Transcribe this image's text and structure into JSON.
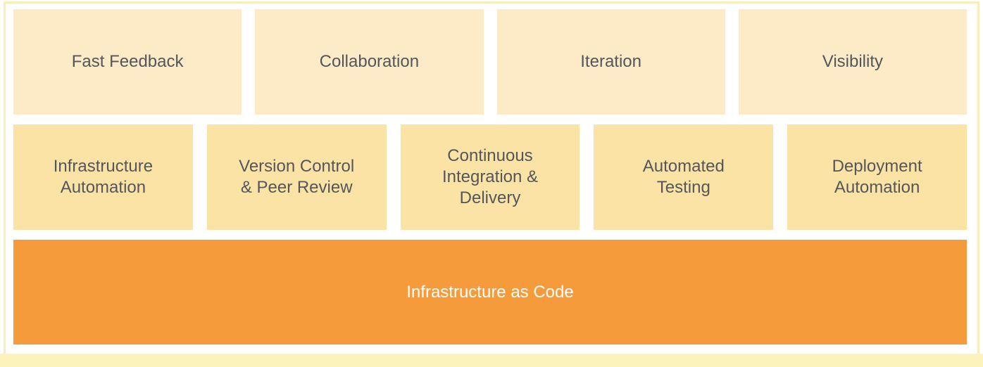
{
  "diagram": {
    "name": "Infrastructure as Code layer diagram",
    "colors": {
      "benefit_box_bg": "#FCEBC6",
      "practice_box_bg": "#FBE3A5",
      "foundation_bar_bg": "#F59B3B",
      "frame_border": "#F9EDB9",
      "bottom_strip_bg": "#FBF2BC",
      "label_text": "#53565B",
      "foundation_text": "#FFFFFF"
    },
    "benefits": [
      {
        "label": "Fast Feedback"
      },
      {
        "label": "Collaboration"
      },
      {
        "label": "Iteration"
      },
      {
        "label": "Visibility"
      }
    ],
    "practices": [
      {
        "label": "Infrastructure\nAutomation"
      },
      {
        "label": "Version Control\n& Peer Review"
      },
      {
        "label": "Continuous\nIntegration &\nDelivery"
      },
      {
        "label": "Automated\nTesting"
      },
      {
        "label": "Deployment\nAutomation"
      }
    ],
    "foundation": {
      "label": "Infrastructure as Code"
    }
  }
}
